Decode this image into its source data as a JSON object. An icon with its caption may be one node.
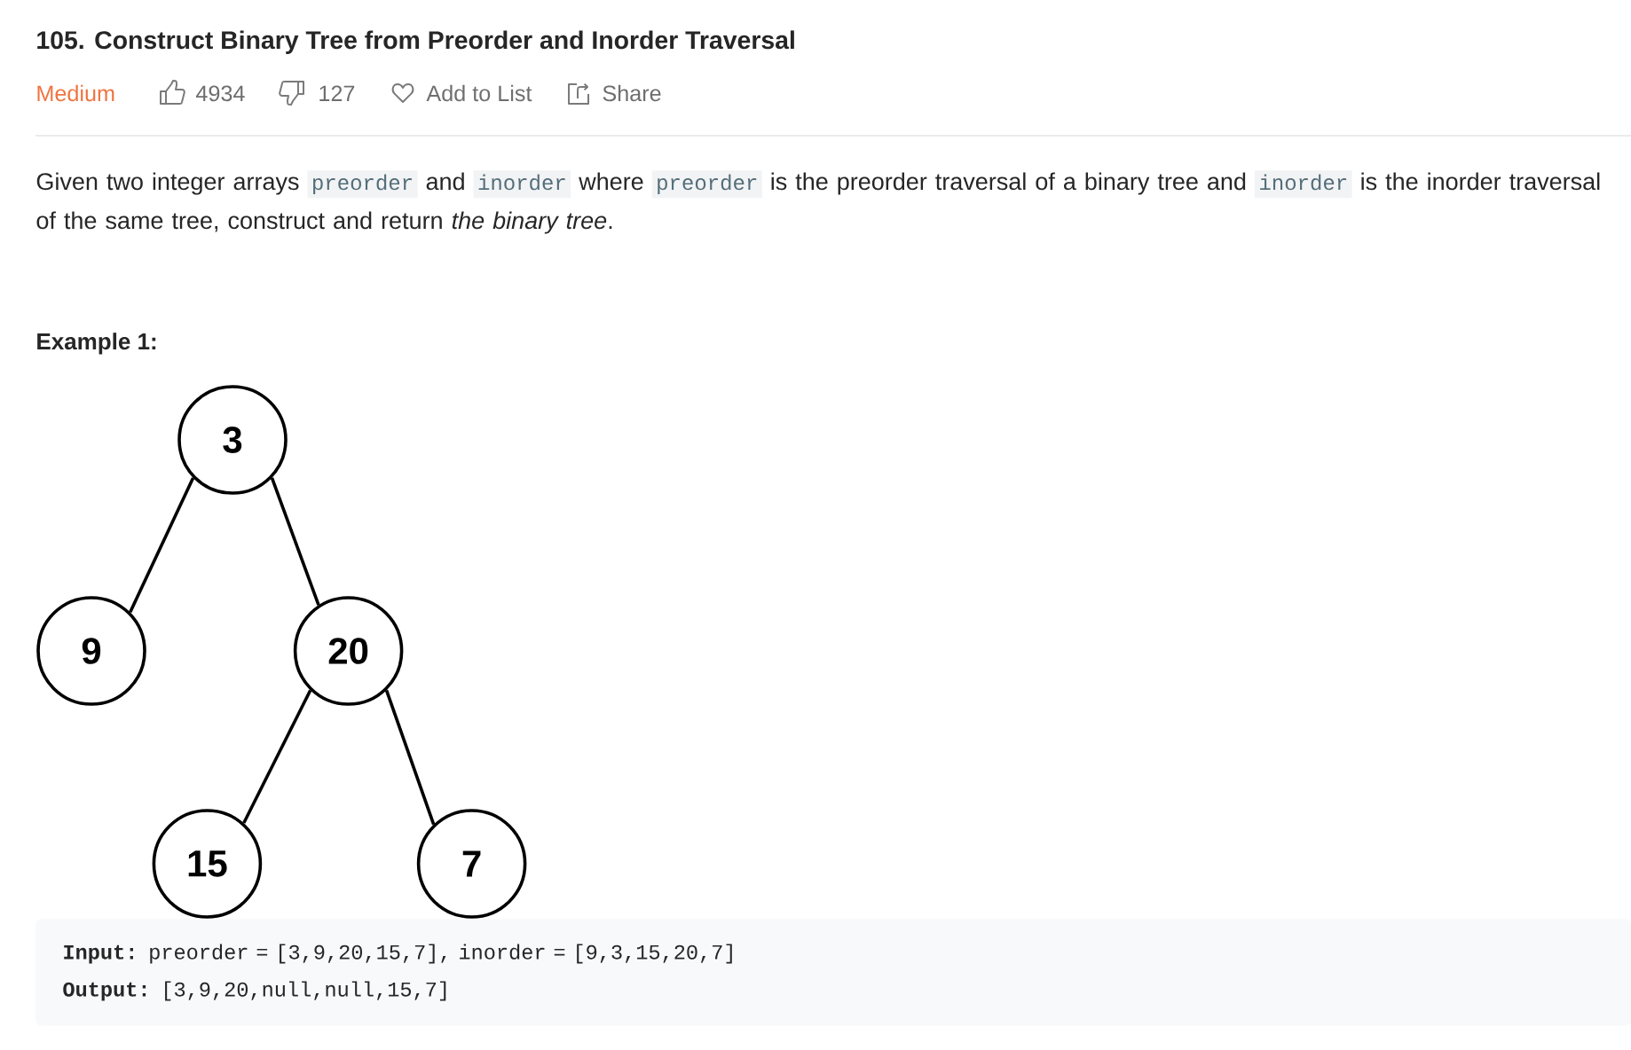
{
  "diagram": {
    "title": "105. Construct Binary Tree from Preorder and Inorder Traversal",
    "nodes": [
      {
        "text": [
          "3"
        ]
      },
      {
        "text": [
          "9"
        ]
      },
      {
        "text": [
          "20"
        ]
      },
      {
        "text": [
          "15"
        ]
      },
      {
        "text": [
          "7"
        ]
      },
      {
        "text": [
          "**Input:** preorder = [3,9,20,15,7], inorder = [9,3,15,20,7]",
          "**Output:** [3,9,20,null,null,15,7]"
        ]
      }
    ],
    "edges": [
      {
        "from": 0,
        "to": 1,
        "arrow": "none"
      },
      {
        "from": 0,
        "to": 2,
        "arrow": "none"
      },
      {
        "from": 2,
        "to": 3,
        "arrow": "none"
      },
      {
        "from": 2,
        "to": 4,
        "arrow": "none"
      }
    ],
    "labels": [
      "Medium",
      "4934",
      "127",
      "Add to List",
      "Share",
      "Given two integer arrays",
      "preorder",
      "and",
      "inorder",
      "where",
      "preorder",
      "is the preorder traversal of a binary tree and",
      "inorder",
      "is the inorder traversal of the same tree, construct and return *the binary tree*.",
      "Example 1:"
    ]
  }
}
